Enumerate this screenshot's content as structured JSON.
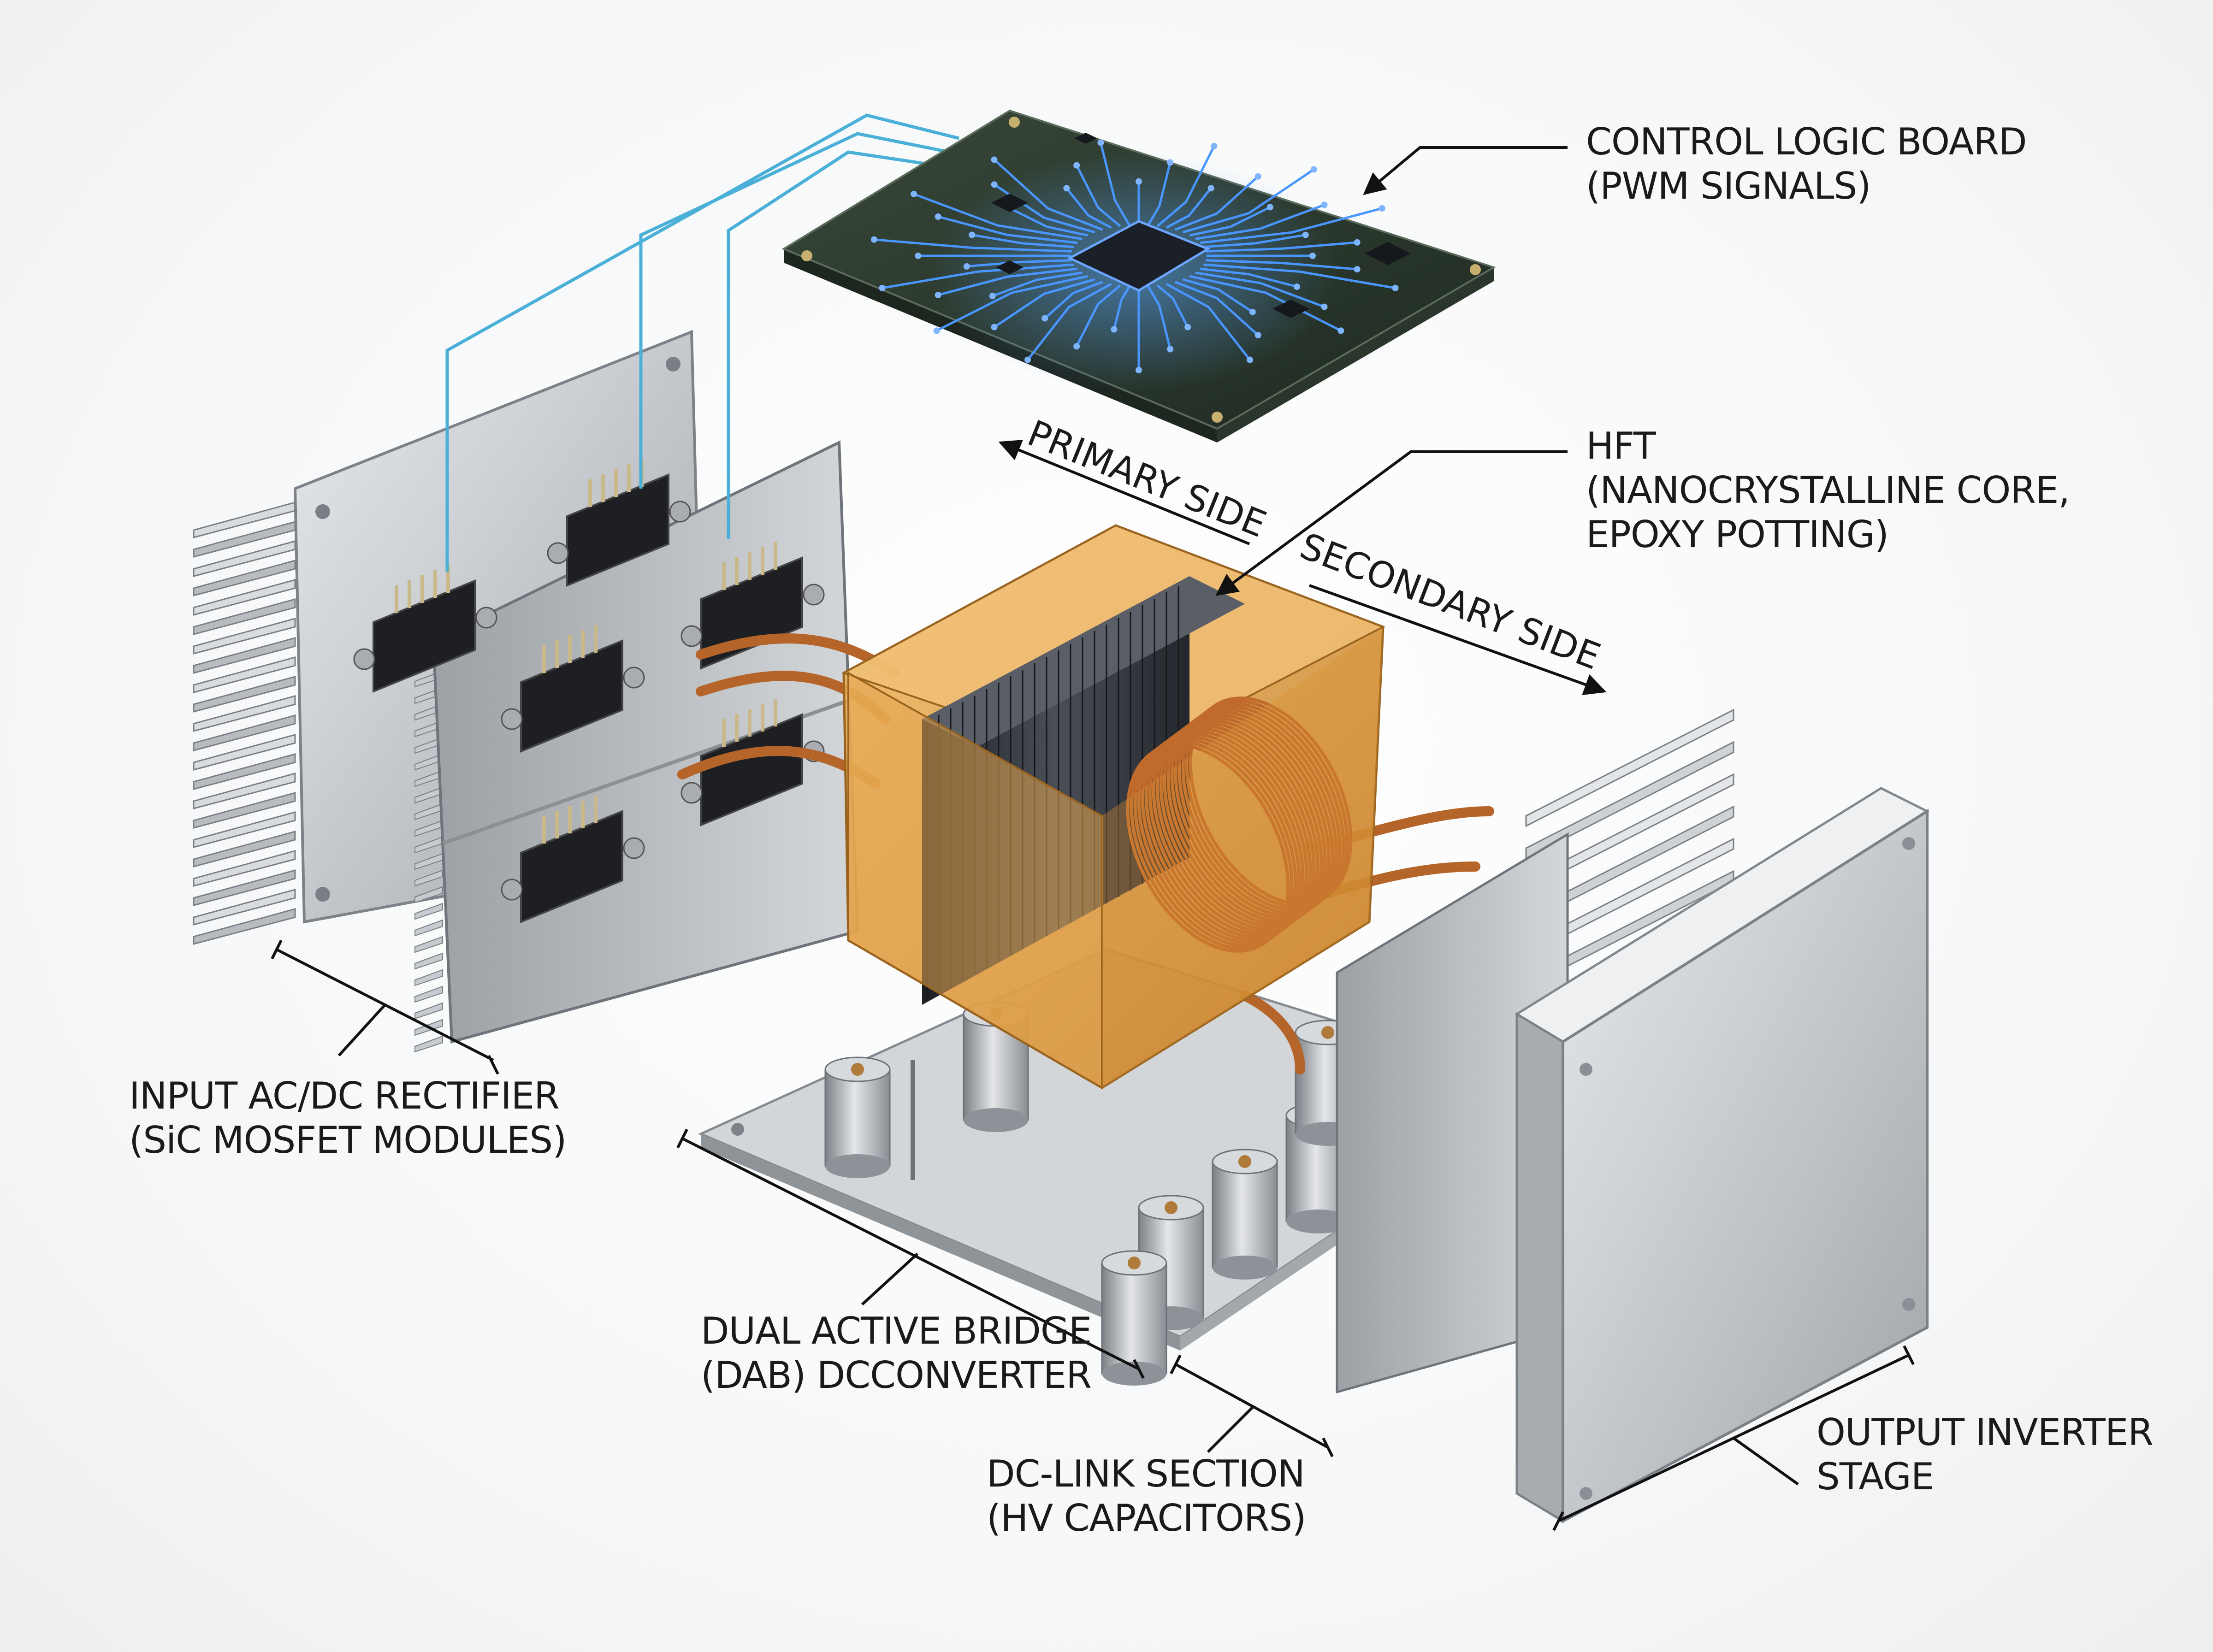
{
  "labels": {
    "control": {
      "line1": "CONTROL LOGIC BOARD",
      "line2": "(PWM SIGNALS)"
    },
    "hft": {
      "line1": "HFT",
      "line2": "(NANOCRYSTALLINE CORE,",
      "line3": "EPOXY POTTING)"
    },
    "primary": "PRIMARY SIDE",
    "secondary": "SECONDARY SIDE",
    "rectifier": {
      "line1": "INPUT AC/DC RECTIFIER",
      "line2": "(SiC MOSFET MODULES)"
    },
    "dab": {
      "line1": "DUAL ACTIVE BRIDGE",
      "line2": "(DAB) DCCONVERTER"
    },
    "dclink": {
      "line1": "DC-LINK SECTION",
      "line2": "(HV CAPACITORS)"
    },
    "inverter": {
      "line1": "OUTPUT INVERTER",
      "line2": "STAGE"
    }
  },
  "colors": {
    "pcb": "#2c3a2e",
    "trace": "#3f8cff",
    "signal_wire": "#4ab0d8",
    "aluminum": "#c9ccd0",
    "epoxy": "#e0a24a",
    "copper": "#b5652a",
    "core": "#2b2e33",
    "module": "#1d1f22"
  }
}
